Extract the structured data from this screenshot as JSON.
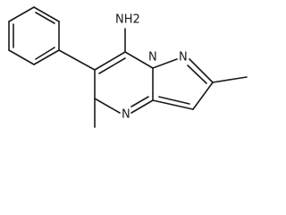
{
  "molecule": {
    "atom_labels": {
      "amine": "NH2",
      "bridgehead_n": "N",
      "pyrazole_n": "N",
      "pyrimidine_n": "N"
    },
    "substituents": [
      "phenyl",
      "amino",
      "methyl",
      "methyl"
    ],
    "colors": {
      "bond": "#1a1a1a",
      "background": "#ffffff"
    }
  }
}
